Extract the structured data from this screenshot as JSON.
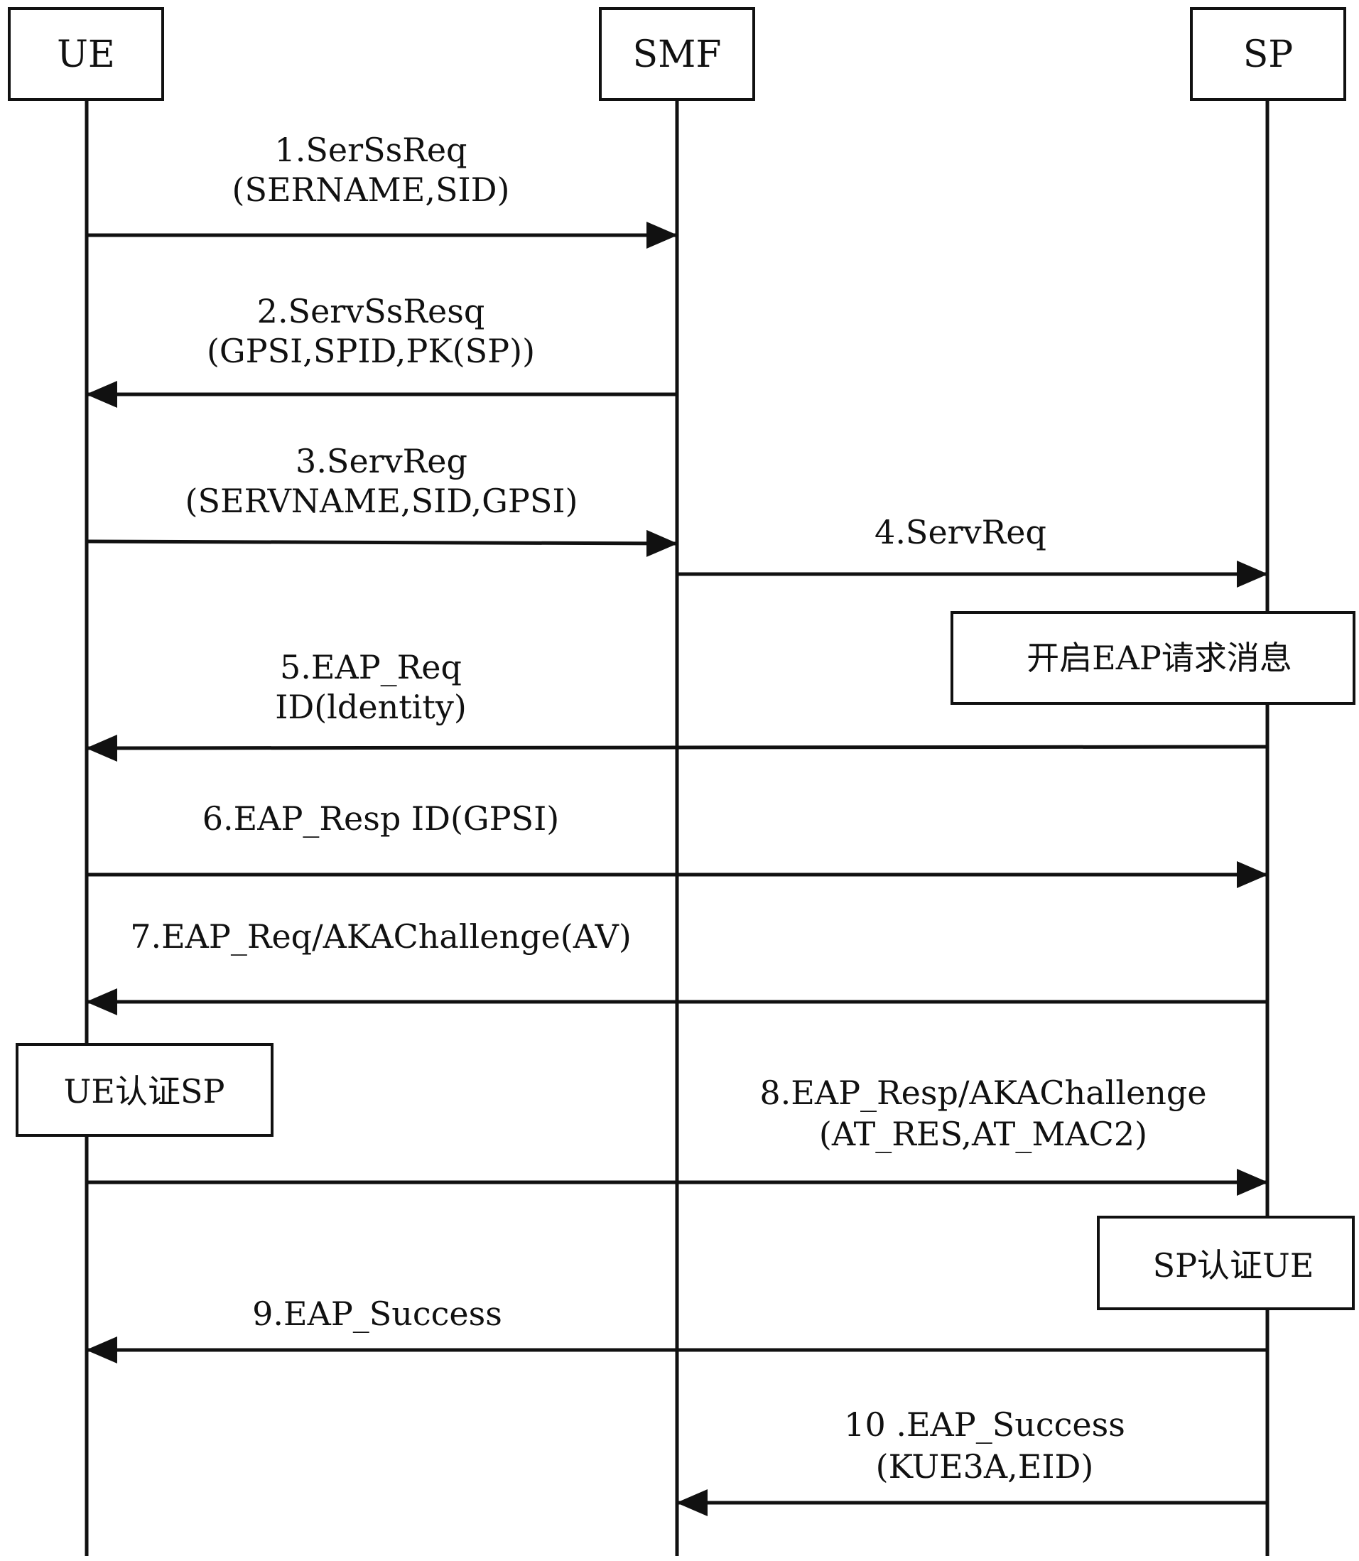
{
  "participants": [
    {
      "id": "ue",
      "label": "UE"
    },
    {
      "id": "smf",
      "label": "SMF"
    },
    {
      "id": "sp",
      "label": "SP"
    }
  ],
  "messages": [
    {
      "id": "m1",
      "from": "ue",
      "to": "smf",
      "lines": [
        "1.SerSsReq",
        "(SERNAME,SID)"
      ]
    },
    {
      "id": "m2",
      "from": "smf",
      "to": "ue",
      "lines": [
        "2.ServSsResq",
        "(GPSI,SPID,PK(SP))"
      ]
    },
    {
      "id": "m3",
      "from": "ue",
      "to": "smf",
      "lines": [
        "3.ServReg",
        "(SERVNAME,SID,GPSI)"
      ]
    },
    {
      "id": "m4",
      "from": "smf",
      "to": "sp",
      "lines": [
        "4.ServReq"
      ]
    },
    {
      "id": "m5",
      "from": "sp",
      "to": "ue",
      "lines": [
        "5.EAP_Req",
        "ID(ldentity)"
      ]
    },
    {
      "id": "m6",
      "from": "ue",
      "to": "sp",
      "lines": [
        "6.EAP_Resp ID(GPSI)"
      ]
    },
    {
      "id": "m7",
      "from": "sp",
      "to": "ue",
      "lines": [
        "7.EAP_Req/AKAChallenge(AV)"
      ]
    },
    {
      "id": "m8",
      "from": "ue",
      "to": "sp",
      "lines": [
        "8.EAP_Resp/AKAChallenge",
        "(AT_RES,AT_MAC2)"
      ]
    },
    {
      "id": "m9",
      "from": "sp",
      "to": "ue",
      "lines": [
        "9.EAP_Success"
      ]
    },
    {
      "id": "m10",
      "from": "sp",
      "to": "smf",
      "lines": [
        "10 .EAP_Success",
        "(KUE3A,EID)"
      ]
    }
  ],
  "notes": [
    {
      "id": "n1",
      "on": "sp",
      "text": "开启EAP请求消息"
    },
    {
      "id": "n2",
      "on": "ue",
      "text": "UE认证SP"
    },
    {
      "id": "n3",
      "on": "sp",
      "text": "SP认证UE"
    }
  ]
}
